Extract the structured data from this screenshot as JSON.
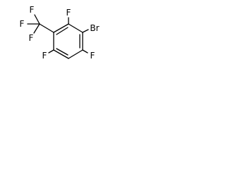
{
  "molecule": {
    "atoms": [
      {
        "id": "br",
        "element": "Br",
        "label": "Br",
        "show_label": true
      },
      {
        "id": "f-top",
        "element": "F",
        "label": "F",
        "show_label": true
      },
      {
        "id": "f-cf3-upper-left",
        "element": "F",
        "label": "F",
        "show_label": true
      },
      {
        "id": "f-cf3-left",
        "element": "F",
        "label": "F",
        "show_label": true
      },
      {
        "id": "f-cf3-lower",
        "element": "F",
        "label": "F",
        "show_label": true
      },
      {
        "id": "f-bottom-left",
        "element": "F",
        "label": "F",
        "show_label": true
      },
      {
        "id": "f-bottom-right",
        "element": "F",
        "label": "F",
        "show_label": true
      }
    ],
    "colors": {
      "bond": "#000000",
      "label": "#000000",
      "background": "#ffffff"
    }
  }
}
